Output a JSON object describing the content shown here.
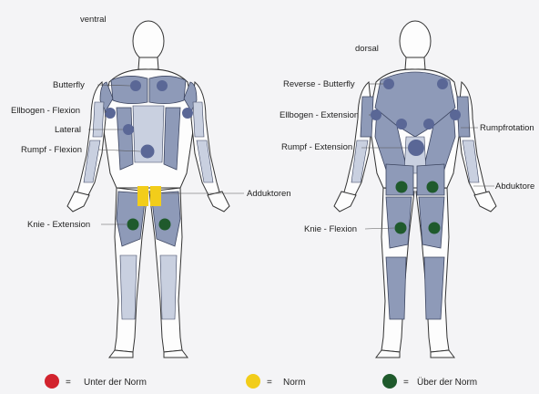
{
  "colors": {
    "below_norm": "#d2232e",
    "norm": "#f2cd1a",
    "above_norm": "#1f5a2c",
    "marker_neutral": "#5a6796",
    "muscle": "#8e9ab8"
  },
  "front": {
    "view_label": "ventral",
    "labels": {
      "butterfly": "Butterfly",
      "elbow_flexion": "Ellbogen - Flexion",
      "lateral": "Lateral",
      "trunk_flexion": "Rumpf - Flexion",
      "adductors": "Adduktoren",
      "knee_extension": "Knie - Extension"
    }
  },
  "back": {
    "view_label": "dorsal",
    "labels": {
      "reverse_butterfly": "Reverse - Butterfly",
      "elbow_extension": "Ellbogen - Extension",
      "trunk_extension": "Rumpf - Extension",
      "trunk_rotation": "Rumpfrotation",
      "abductors": "Abduktore",
      "knee_flexion": "Knie - Flexion"
    }
  },
  "legend": {
    "below_norm": "Unter der Norm",
    "norm": "Norm",
    "above_norm": "Über der Norm",
    "equals": "="
  }
}
